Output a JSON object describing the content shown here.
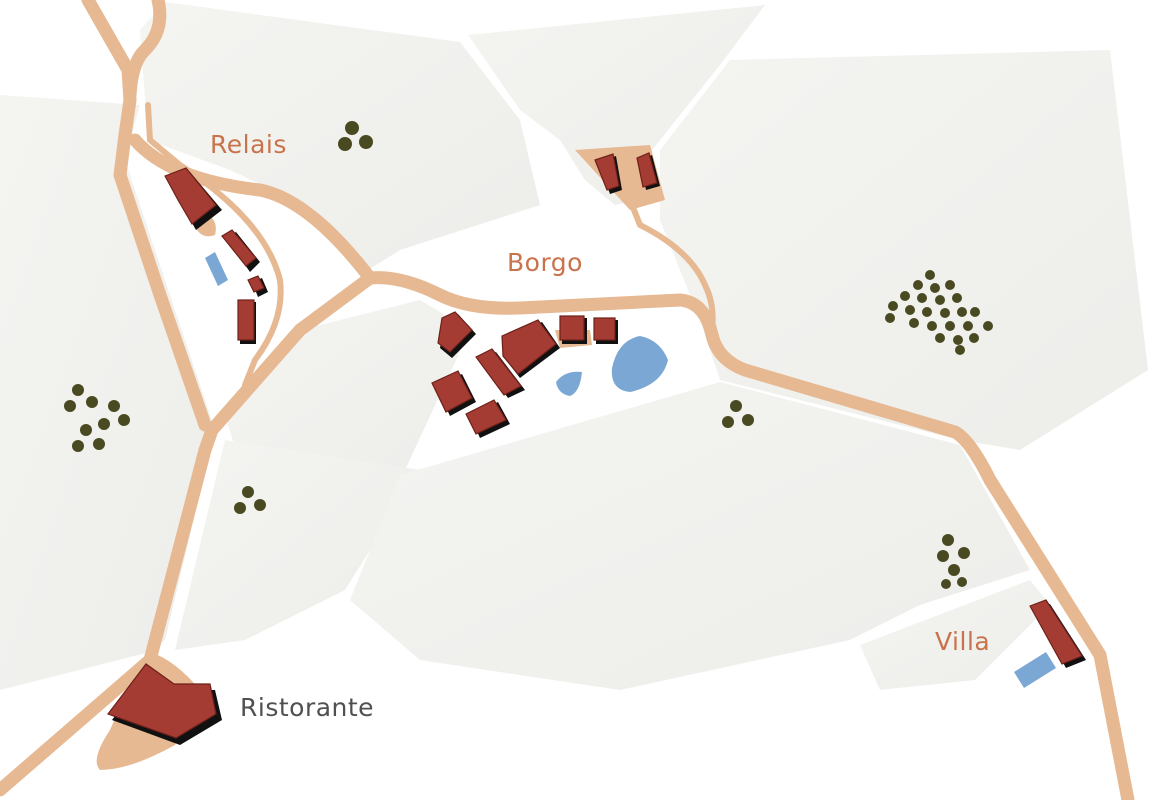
{
  "map": {
    "colors": {
      "field": "#f2f2ef",
      "road": "#e6b992",
      "roof": "#a53c33",
      "water": "#7ba7d4",
      "tree": "#4a4a22",
      "label_accent": "#c9734c",
      "label_dark": "#505052"
    },
    "places": {
      "relais": "Relais",
      "borgo": "Borgo",
      "villa": "Villa",
      "ristorante": "Ristorante"
    }
  }
}
